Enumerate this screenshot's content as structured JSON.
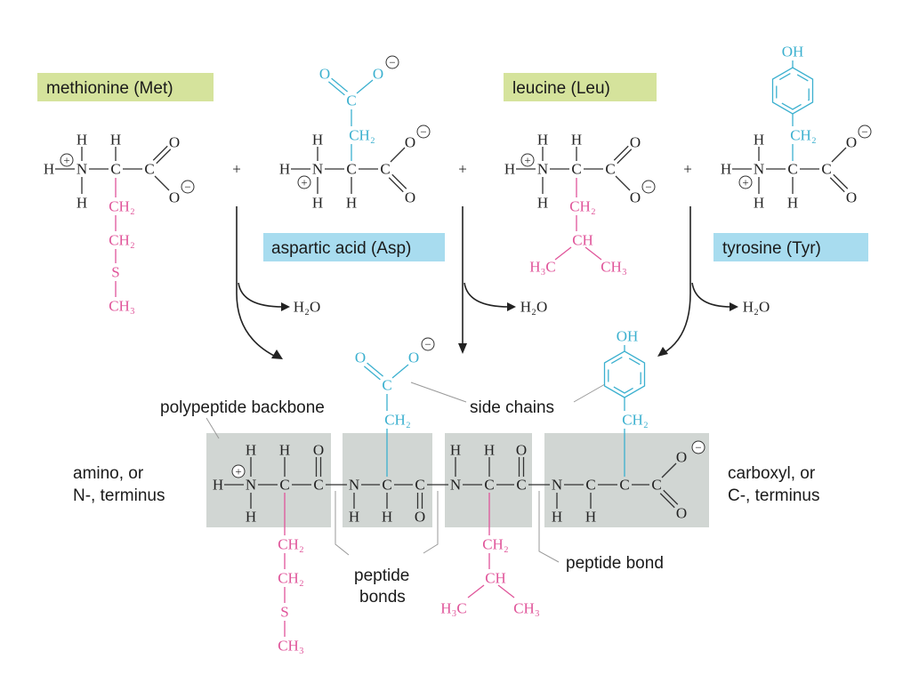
{
  "labels": {
    "methionine": "methionine (Met)",
    "aspartic_acid": "aspartic acid (Asp)",
    "leucine": "leucine (Leu)",
    "tyrosine": "tyrosine (Tyr)",
    "polypeptide_backbone": "polypeptide backbone",
    "side_chains": "side chains",
    "amino_terminus_1": "amino, or",
    "amino_terminus_2": "N-, terminus",
    "carboxyl_terminus_1": "carboxyl, or",
    "carboxyl_terminus_2": "C-, terminus",
    "peptide_bonds_1": "peptide",
    "peptide_bonds_2": "bonds",
    "peptide_bond": "peptide bond"
  },
  "symbols": {
    "H": "H",
    "N": "N",
    "C": "C",
    "O": "O",
    "S": "S",
    "CH2": "CH₂",
    "CH3": "CH₃",
    "CH": "CH",
    "H3C": "H₃C",
    "OH": "OH",
    "H2O": "H₂O",
    "plus": "+",
    "pos": "+",
    "neg": "−"
  },
  "colors": {
    "met_label_bg": "#d5e39c",
    "asp_label_bg": "#a8dcef",
    "residue_box": "#d1d6d3",
    "hydrophobic_side_chain": "#e0559a",
    "polar_side_chain": "#3bb0cf"
  }
}
